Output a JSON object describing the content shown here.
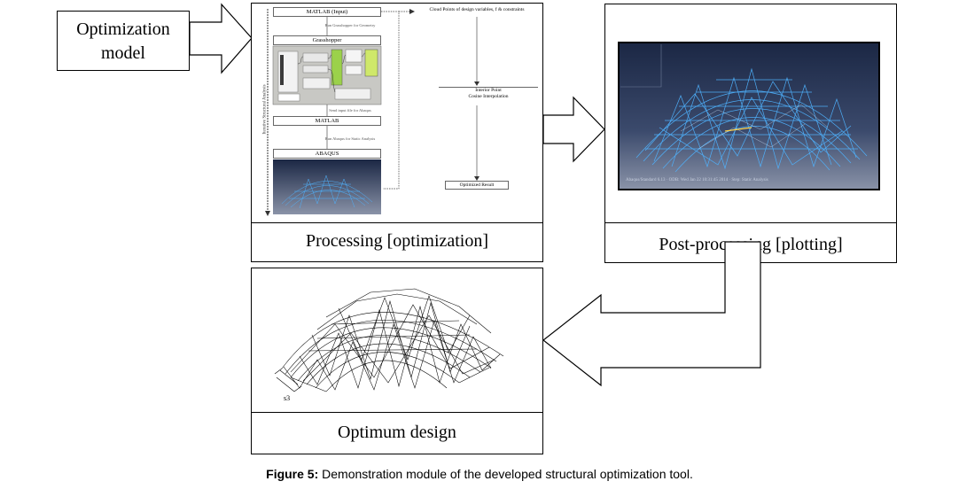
{
  "input_box": {
    "line1": "Optimization",
    "line2": "model"
  },
  "processing": {
    "label": "Processing [optimization]",
    "flow": {
      "left_axis": "Iterative Structural Analysis",
      "steps": [
        "MATLAB (Input)",
        "Grasshopper",
        "MATLAB",
        "ABAQUS"
      ],
      "notes": [
        "Run Grasshopper for Geometry",
        "Send input file for Abaqus",
        "Run Abaqus for Static Analysis"
      ],
      "right_steps": [
        "Cloud Points of design variables, f & constraints",
        "Interior Point",
        "Cosine Interpolation",
        "Optimized Result"
      ]
    }
  },
  "postprocessing": {
    "label": "Post-processing [plotting]",
    "render_caption": "Abaqus/Standard 6.13 · ODB: Wed Jan 22 10:31:45 2014 · Step: Static Analysis"
  },
  "optimum": {
    "label": "Optimum design",
    "dim_label": "s3"
  },
  "caption": {
    "prefix": "Figure 5:",
    "text": " Demonstration module of the developed structural optimization tool."
  },
  "colors": {
    "render_bg_top": "#1b2744",
    "render_bg_bottom": "#8a93a8",
    "mesh": "#4fb3ff",
    "arrow": "#ffffff",
    "stroke": "#000000"
  }
}
